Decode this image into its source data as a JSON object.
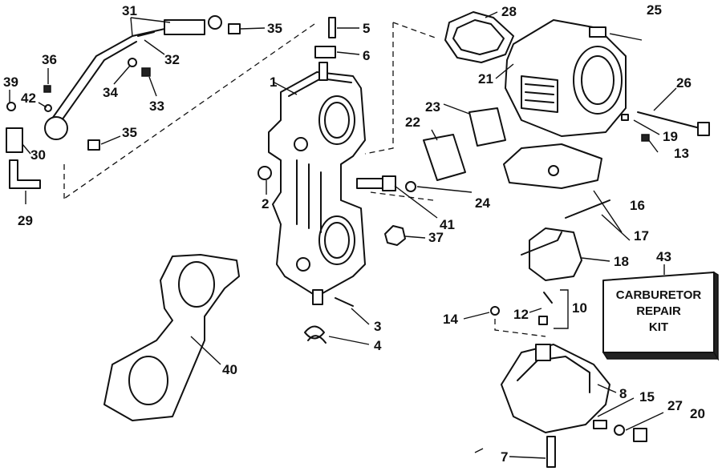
{
  "callouts": {
    "n1": "1",
    "n2": "2",
    "n3": "3",
    "n4": "4",
    "n5": "5",
    "n6": "6",
    "n7": "7",
    "n8": "8",
    "n10": "10",
    "n12": "12",
    "n13": "13",
    "n14": "14",
    "n15": "15",
    "n16": "16",
    "n17": "17",
    "n18": "18",
    "n19": "19",
    "n20": "20",
    "n21": "21",
    "n22": "22",
    "n23": "23",
    "n24": "24",
    "n25": "25",
    "n26": "26",
    "n27": "27",
    "n28": "28",
    "n29": "29",
    "n30": "30",
    "n31": "31",
    "n32": "32",
    "n33": "33",
    "n34": "34",
    "n35a": "35",
    "n35b": "35",
    "n36": "36",
    "n37": "37",
    "n39": "39",
    "n40": "40",
    "n41": "41",
    "n42": "42",
    "n43": "43"
  },
  "kit": {
    "line1": "CARBURETOR",
    "line2": "REPAIR",
    "line3": "KIT"
  }
}
